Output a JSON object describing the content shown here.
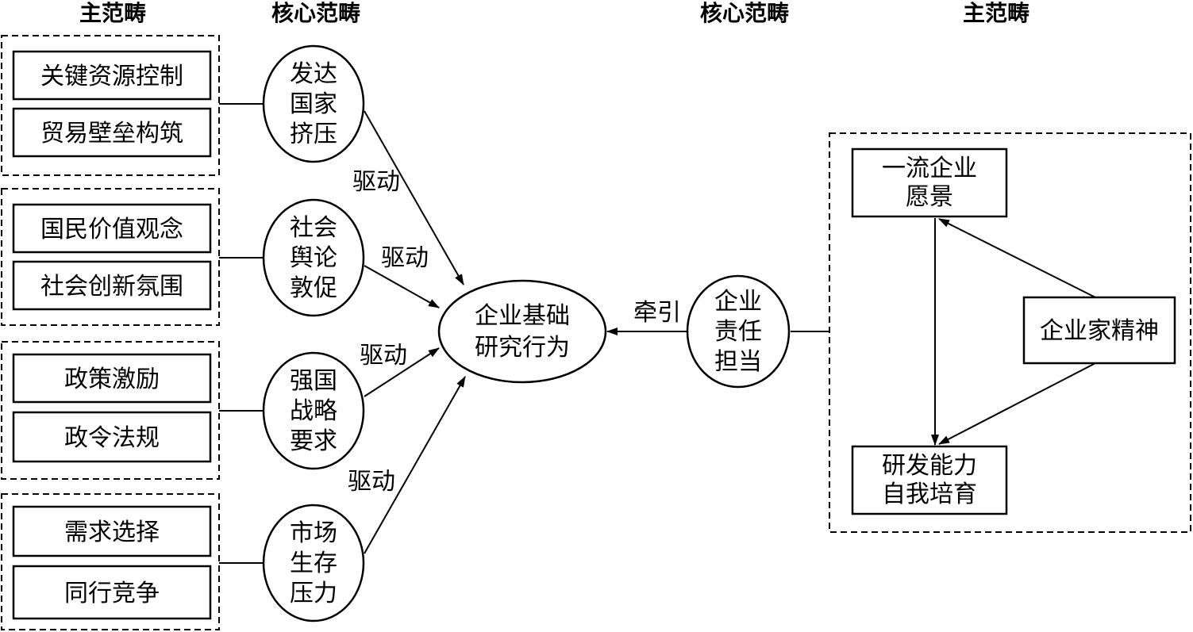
{
  "headers": {
    "left_main": "主范畴",
    "left_core": "核心范畴",
    "right_core": "核心范畴",
    "right_main": "主范畴"
  },
  "left_groups": [
    {
      "items": [
        "关键资源控制",
        "贸易壁垒构筑"
      ],
      "core": [
        "发达",
        "国家",
        "挤压"
      ],
      "relation": "驱动"
    },
    {
      "items": [
        "国民价值观念",
        "社会创新氛围"
      ],
      "core": [
        "社会",
        "舆论",
        "敦促"
      ],
      "relation": "驱动"
    },
    {
      "items": [
        "政策激励",
        "政令法规"
      ],
      "core": [
        "强国",
        "战略",
        "要求"
      ],
      "relation": "驱动"
    },
    {
      "items": [
        "需求选择",
        "同行竞争"
      ],
      "core": [
        "市场",
        "生存",
        "压力"
      ],
      "relation": "驱动"
    }
  ],
  "center": {
    "lines": [
      "企业基础",
      "研究行为"
    ]
  },
  "right_core": {
    "lines": [
      "企业",
      "责任",
      "担当"
    ],
    "relation": "牵引"
  },
  "right_group": {
    "vision": [
      "一流企业",
      "愿景"
    ],
    "spirit": [
      "企业家精神"
    ],
    "capability": [
      "研发能力",
      "自我培育"
    ]
  }
}
